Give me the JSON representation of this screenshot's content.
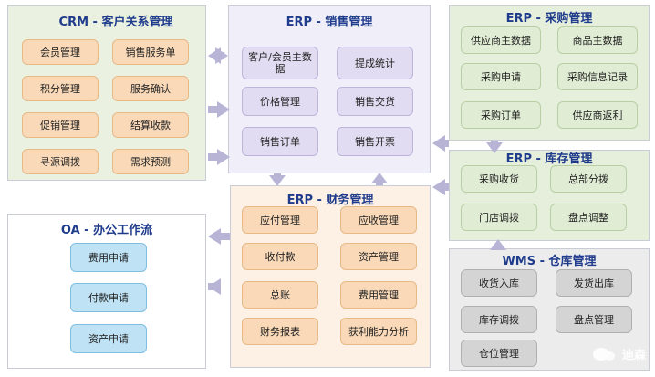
{
  "crm": {
    "title": "CRM - 客户关系管理",
    "items": [
      "会员管理",
      "销售服务单",
      "积分管理",
      "服务确认",
      "促销管理",
      "结算收款",
      "寻源调拨",
      "需求预测"
    ]
  },
  "sales": {
    "title": "ERP - 销售管理",
    "items": [
      "客户/会员主数据",
      "提成统计",
      "价格管理",
      "销售交货",
      "销售订单",
      "销售开票"
    ]
  },
  "purchase": {
    "title": "ERP - 采购管理",
    "items": [
      "供应商主数据",
      "商品主数据",
      "采购申请",
      "采购信息记录",
      "采购订单",
      "供应商返利"
    ]
  },
  "inventory": {
    "title": "ERP - 库存管理",
    "items": [
      "采购收货",
      "总部分拨",
      "门店调拨",
      "盘点调整"
    ]
  },
  "finance": {
    "title": "ERP - 财务管理",
    "items": [
      "应付管理",
      "应收管理",
      "收付款",
      "资产管理",
      "总账",
      "费用管理",
      "财务报表",
      "获利能力分析"
    ]
  },
  "oa": {
    "title": "OA - 办公工作流",
    "items": [
      "费用申请",
      "付款申请",
      "资产申请"
    ]
  },
  "wms": {
    "title": "WMS - 仓库管理",
    "items": [
      "收货入库",
      "发货出库",
      "库存调拨",
      "盘点管理",
      "仓位管理"
    ]
  },
  "watermark": {
    "text": "迪森"
  },
  "colors": {
    "title": "#1f3b8c",
    "crm_bg": "#eaf1e1",
    "sales_bg": "#f0eef8",
    "purchase_bg": "#e6efdc",
    "finance_bg": "#fdf0e4",
    "wms_bg": "#ececec",
    "arrow": "#b7b4d6"
  }
}
